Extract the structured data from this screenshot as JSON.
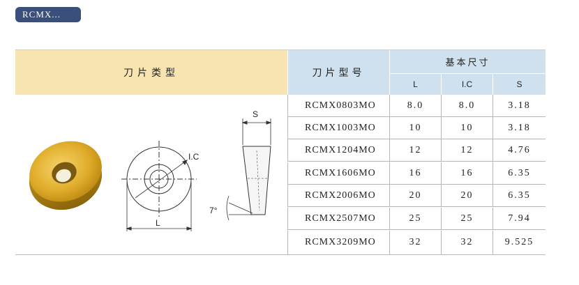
{
  "badge": {
    "label": "RCMX..."
  },
  "header": {
    "insert_type": "刀片类型",
    "insert_model": "刀片型号",
    "basic_dims": "基本尺寸",
    "col_l": "L",
    "col_ic": "I.C",
    "col_s": "S"
  },
  "drawing": {
    "label_s": "S",
    "label_ic": "I.C",
    "label_l": "L",
    "label_angle": "7°",
    "insert_color": "#e6b534",
    "icon": "round-insert-drawing"
  },
  "rows": [
    {
      "model": "RCMX0803MO",
      "l": "8.0",
      "ic": "8.0",
      "s": "3.18"
    },
    {
      "model": "RCMX1003MO",
      "l": "10",
      "ic": "10",
      "s": "3.18"
    },
    {
      "model": "RCMX1204MO",
      "l": "12",
      "ic": "12",
      "s": "4.76"
    },
    {
      "model": "RCMX1606MO",
      "l": "16",
      "ic": "16",
      "s": "6.35"
    },
    {
      "model": "RCMX2006MO",
      "l": "20",
      "ic": "20",
      "s": "6.35"
    },
    {
      "model": "RCMX2507MO",
      "l": "25",
      "ic": "25",
      "s": "7.94"
    },
    {
      "model": "RCMX3209MO",
      "l": "32",
      "ic": "32",
      "s": "9.525"
    }
  ]
}
